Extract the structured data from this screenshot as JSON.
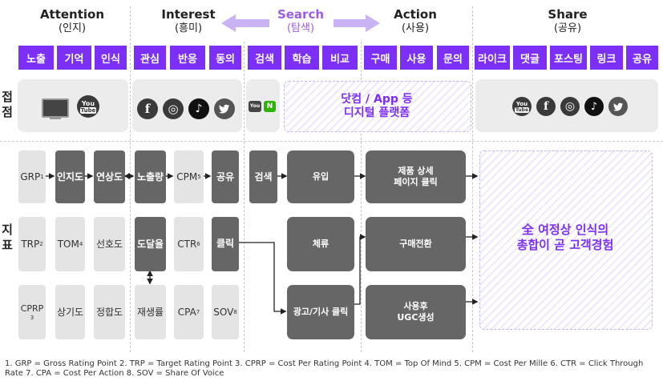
{
  "stages": {
    "attention": {
      "title": "Attention",
      "sub": "(인지)"
    },
    "interest": {
      "title": "Interest",
      "sub": "(흥미)"
    },
    "search": {
      "title": "Search",
      "sub": "(탐색)"
    },
    "action": {
      "title": "Action",
      "sub": "(사용)"
    },
    "share": {
      "title": "Share",
      "sub": "(공유)"
    }
  },
  "chips": [
    "노출",
    "기억",
    "인식",
    "관심",
    "반응",
    "동의",
    "검색",
    "학습",
    "비교",
    "구매",
    "사용",
    "문의",
    "라이크",
    "댓글",
    "포스팅",
    "링크",
    "공유"
  ],
  "side_labels": {
    "touchpoint": "접점",
    "metric": "지표"
  },
  "platform_text": {
    "line1": "닷컴 / App 등",
    "line2": "디지털 플랫폼"
  },
  "summary_text": {
    "line1": "全 여정상 인식의",
    "line2": "총합이 곧 고객경험"
  },
  "icons": {
    "tv": "tv-icon",
    "youtube": "You",
    "youtube_sub": "Tube",
    "facebook": "f",
    "instagram": "◎",
    "tiktok": "♪",
    "twitter": "🐦",
    "naver": "N"
  },
  "metrics": {
    "grp": "GRP",
    "grp_n": "1",
    "awareness": "인지도",
    "recall": "연상도",
    "impressions": "노출량",
    "cpm": "CPM",
    "cpm_n": "5",
    "share": "공유",
    "trp": "TRP",
    "trp_n": "2",
    "tom": "TOM",
    "tom_n": "4",
    "preference": "선호도",
    "reach": "도달율",
    "ctr": "CTR",
    "ctr_n": "6",
    "click": "클릭",
    "cprp": "CPRP",
    "cprp_n": "3",
    "recognition": "상기도",
    "fit": "정합도",
    "replay": "재생률",
    "cpa": "CPA",
    "cpa_n": "7",
    "sov": "SOV",
    "sov_n": "8",
    "search": "검색",
    "inflow": "유입",
    "stay": "체류",
    "ad_click": "광고/기사 클릭",
    "product_detail_1": "제품 상세",
    "product_detail_2": "페이지 클릭",
    "purchase_conv": "구매전환",
    "ugc_1": "사용후",
    "ugc_2": "UGC생성"
  },
  "footnote": "1. GRP = Gross Rating Point 2. TRP = Target Rating Point 3. CPRP = Cost Per Rating Point 4. TOM = Top Of Mind 5. CPM = Cost Per Mille 6. CTR = Click Through Rate 7. CPA = Cost Per Action 8. SOV = Share Of Voice",
  "colors": {
    "accent": "#7b2ff7",
    "arrow": "#c9b3f5",
    "box_dark": "#666666",
    "box_light": "#e4e4e4",
    "panel": "#ececec"
  }
}
